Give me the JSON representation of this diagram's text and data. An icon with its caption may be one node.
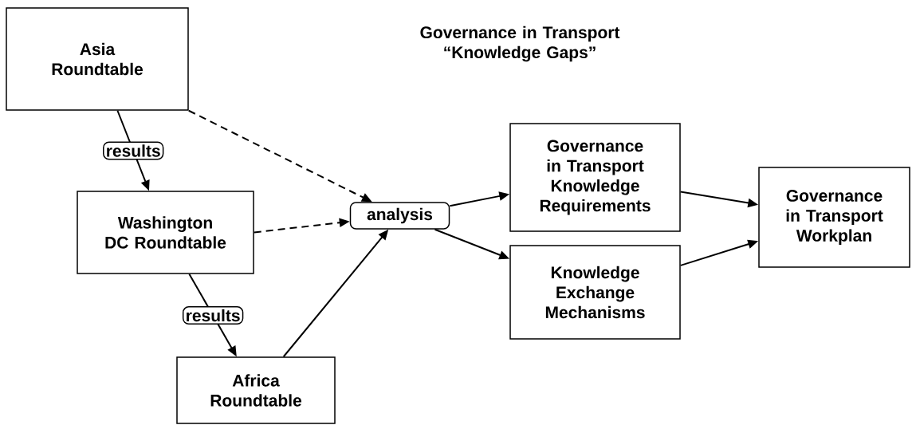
{
  "diagram": {
    "title": "Governance in Transport “Knowledge Gaps”",
    "nodes": [
      {
        "text": [
          "Asia Roundtable"
        ]
      },
      {
        "text": [
          "Washington DC Roundtable"
        ]
      },
      {
        "text": [
          "Africa Roundtable"
        ]
      },
      {
        "text": [
          "analysis"
        ]
      },
      {
        "text": [
          "Governance in Transport Knowledge Requirements"
        ]
      },
      {
        "text": [
          "Knowledge Exchange Mechanisms"
        ]
      },
      {
        "text": [
          "Governance in Transport Workplan"
        ]
      }
    ],
    "edges": [
      {
        "from": 0,
        "to": 1,
        "arrow": "to",
        "label": "results"
      },
      {
        "from": 1,
        "to": 2,
        "arrow": "to",
        "label": "results"
      },
      {
        "from": 0,
        "to": 3,
        "arrow": "to",
        "style": "dashed"
      },
      {
        "from": 1,
        "to": 3,
        "arrow": "to",
        "style": "dashed"
      },
      {
        "from": 2,
        "to": 3,
        "arrow": "to"
      },
      {
        "from": 3,
        "to": 4,
        "arrow": "to"
      },
      {
        "from": 3,
        "to": 5,
        "arrow": "to"
      },
      {
        "from": 4,
        "to": 6,
        "arrow": "to"
      },
      {
        "from": 5,
        "to": 6,
        "arrow": "to"
      }
    ]
  }
}
